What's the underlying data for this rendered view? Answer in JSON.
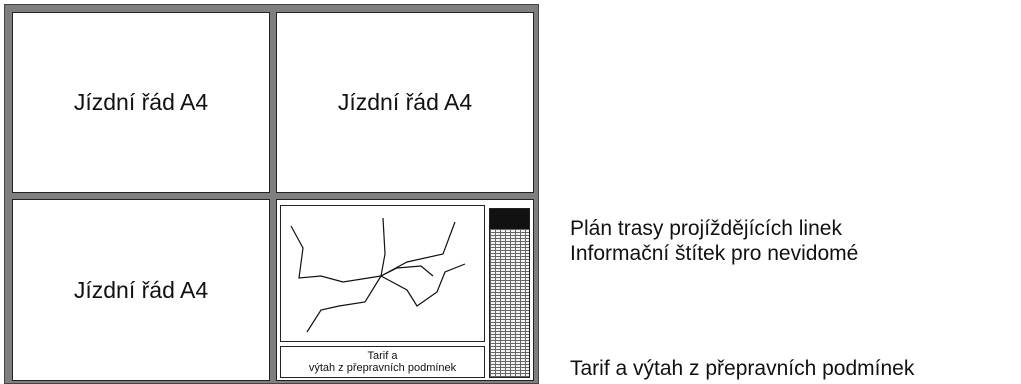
{
  "board": {
    "panels": [
      {
        "label": "Jízdní řád A4"
      },
      {
        "label": "Jízdní řád A4"
      },
      {
        "label": "Jízdní řád A4"
      }
    ],
    "tariff_box": {
      "line1": "Tarif a",
      "line2": "výtah z přepravních podmínek"
    }
  },
  "legend": {
    "route_plan": "Plán trasy projíždějících linek",
    "braille_label": "Informační štítek pro nevidomé",
    "tariff": "Tarif a výtah z přepravních podmínek"
  },
  "colors": {
    "board_gray": "#7f7f7f",
    "panel_white": "#ffffff",
    "line_black": "#111111"
  }
}
